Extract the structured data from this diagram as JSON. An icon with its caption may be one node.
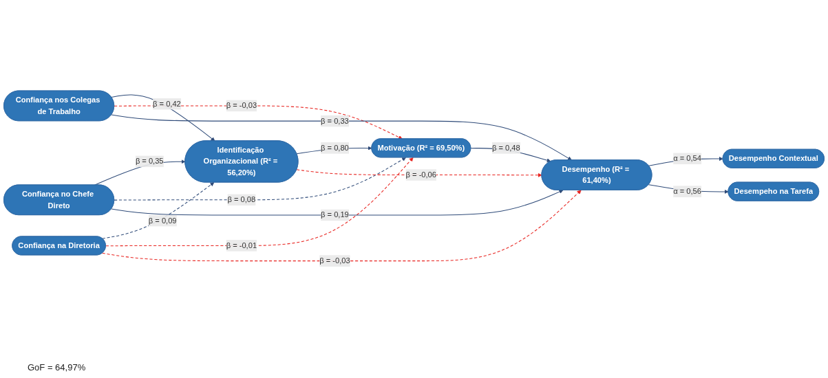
{
  "diagram": {
    "nodes": [
      {
        "text": [
          "Confiança nos Colegas de Trabalho"
        ]
      },
      {
        "text": [
          "Confiança no Chefe Direto"
        ]
      },
      {
        "text": [
          "Confiança na Diretoria"
        ]
      },
      {
        "text": [
          "Identificação Organizacional (R² = 56,20%)"
        ]
      },
      {
        "text": [
          "Motivação (R² = 69,50%)"
        ]
      },
      {
        "text": [
          "Desempenho (R² = 61,40%)"
        ]
      },
      {
        "text": [
          "Desempenho Contextual"
        ]
      },
      {
        "text": [
          "Desempeho na Tarefa"
        ]
      }
    ],
    "edges": [
      {
        "from": 0,
        "to": 3,
        "arrow": "to",
        "label": "β = 0,42"
      },
      {
        "from": 1,
        "to": 3,
        "arrow": "to",
        "label": "β = 0,35"
      },
      {
        "from": 2,
        "to": 3,
        "arrow": "to",
        "label": "β = 0,09",
        "style": "dashed"
      },
      {
        "from": 3,
        "to": 4,
        "arrow": "to",
        "label": "β = 0,80"
      },
      {
        "from": 0,
        "to": 4,
        "arrow": "to",
        "label": "β = -0,03",
        "style": "dashed",
        "color": "#e8231f"
      },
      {
        "from": 1,
        "to": 4,
        "arrow": "to",
        "label": "β = 0,08",
        "style": "dashed"
      },
      {
        "from": 2,
        "to": 4,
        "arrow": "to",
        "label": "β = -0,01",
        "style": "dashed",
        "color": "#e8231f"
      },
      {
        "from": 3,
        "to": 5,
        "arrow": "to",
        "label": "β = -0,06",
        "style": "dashed",
        "color": "#e8231f"
      },
      {
        "from": 4,
        "to": 5,
        "arrow": "to",
        "label": "β = 0,48"
      },
      {
        "from": 0,
        "to": 5,
        "arrow": "to",
        "label": "β = 0,33"
      },
      {
        "from": 1,
        "to": 5,
        "arrow": "to",
        "label": "β = 0,19"
      },
      {
        "from": 2,
        "to": 5,
        "arrow": "to",
        "label": "β = -0,03",
        "style": "dashed",
        "color": "#e8231f"
      },
      {
        "from": 5,
        "to": 6,
        "arrow": "to",
        "label": "α = 0,54"
      },
      {
        "from": 5,
        "to": 7,
        "arrow": "to",
        "label": "α = 0,56"
      }
    ],
    "labels": [
      "GoF = 64,97%"
    ]
  }
}
